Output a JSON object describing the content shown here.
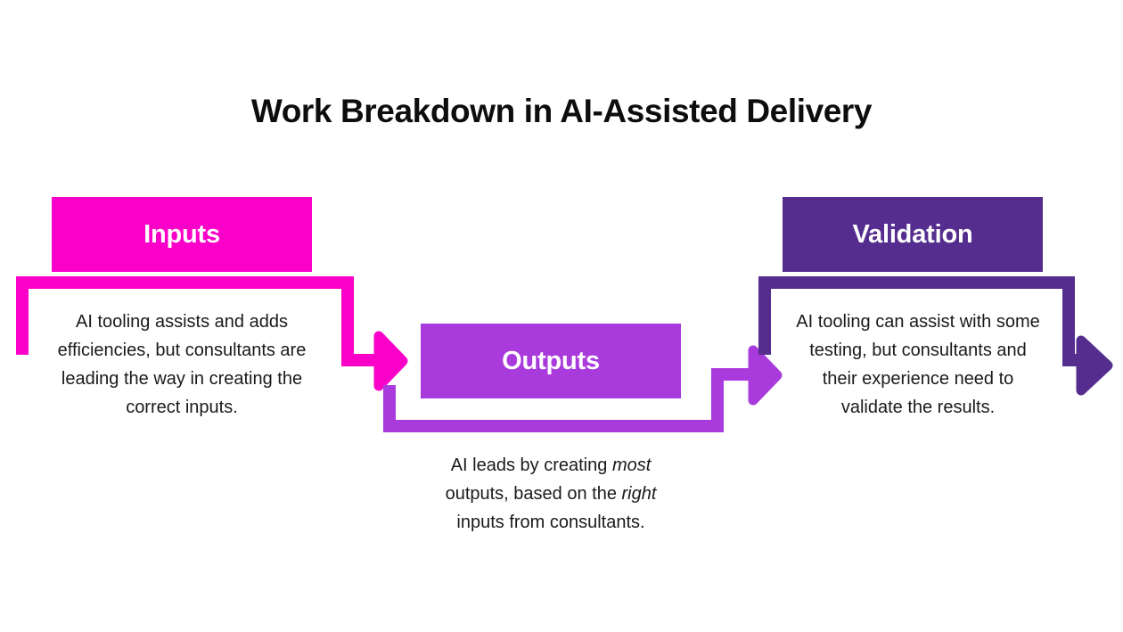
{
  "title": "Work Breakdown in AI-Assisted Delivery",
  "colors": {
    "inputs": "#FA00C8",
    "outputs": "#A93BDC",
    "validation": "#542D8E",
    "text_dark": "#1a1a1a",
    "title": "#0d0d0d",
    "background": "#ffffff",
    "box_label": "#ffffff"
  },
  "stages": [
    {
      "key": "inputs",
      "label": "Inputs",
      "description": "AI tooling assists and adds efficiencies, but consultants are leading the way in creating the correct inputs.",
      "description_parts": [
        {
          "text": "AI tooling assists and adds efficiencies, but consultants are leading the way in creating the correct inputs.",
          "italic": false
        }
      ]
    },
    {
      "key": "outputs",
      "label": "Outputs",
      "description": "AI leads by creating most outputs, based on the right inputs from consultants.",
      "description_parts": [
        {
          "text": "AI leads by creating ",
          "italic": false
        },
        {
          "text": "most",
          "italic": true
        },
        {
          "text": " outputs, based on the ",
          "italic": false
        },
        {
          "text": "right",
          "italic": true
        },
        {
          "text": " inputs from consultants.",
          "italic": false
        }
      ]
    },
    {
      "key": "validation",
      "label": "Validation",
      "description": "AI tooling can assist with some testing, but consultants and their experience need to validate the results.",
      "description_parts": [
        {
          "text": "AI tooling can assist with some testing, but consultants and their experience need to validate the results.",
          "italic": false
        }
      ]
    }
  ],
  "flow": {
    "connectors": [
      {
        "name": "inputs-to-outputs",
        "from": "inputs",
        "to": "outputs",
        "color": "#FA00C8"
      },
      {
        "name": "outputs-to-validation",
        "from": "outputs",
        "to": "validation",
        "color": "#A93BDC"
      },
      {
        "name": "validation-to-next",
        "from": "validation",
        "to": "",
        "color": "#542D8E"
      }
    ]
  }
}
